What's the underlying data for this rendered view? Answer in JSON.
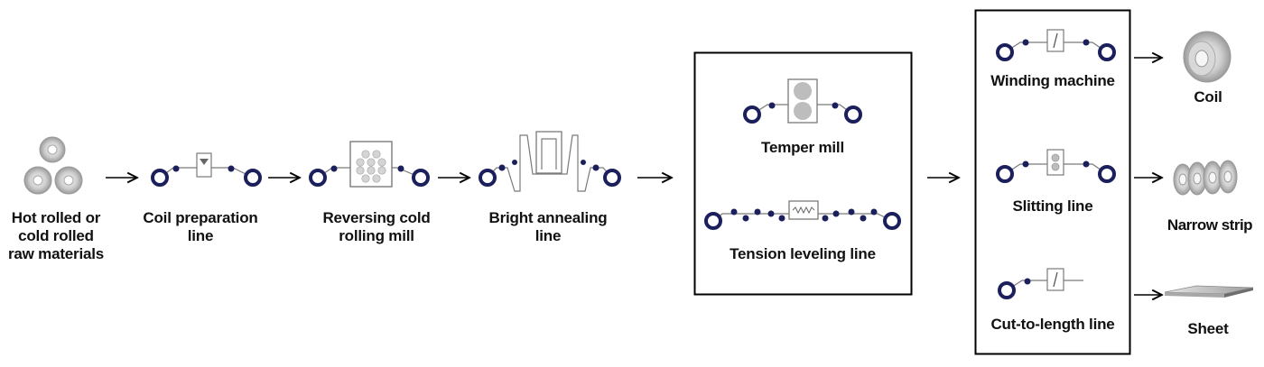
{
  "colors": {
    "roller": "#1b1f5c",
    "line": "#7a7a7a",
    "box_border": "#000000",
    "grey_fill": "#bdbdbd",
    "text": "#111111"
  },
  "stages": {
    "raw_materials": {
      "label_lines": [
        "Hot rolled or",
        "cold rolled",
        "raw materials"
      ],
      "icon": "coil-stack-icon"
    },
    "coil_preparation": {
      "label_lines": [
        "Coil preparation",
        "line"
      ]
    },
    "reversing_mill": {
      "label_lines": [
        "Reversing cold",
        "rolling mill"
      ]
    },
    "bright_annealing": {
      "label_lines": [
        "Bright annealing",
        "line"
      ]
    },
    "temper_mill": {
      "label_lines": [
        "Temper mill"
      ]
    },
    "tension_leveling": {
      "label_lines": [
        "Tension leveling line"
      ]
    },
    "winding_machine": {
      "label_lines": [
        "Winding machine"
      ]
    },
    "slitting_line": {
      "label_lines": [
        "Slitting line"
      ]
    },
    "cut_to_length": {
      "label_lines": [
        "Cut-to-length line"
      ]
    }
  },
  "products": {
    "coil": {
      "label": "Coil",
      "icon": "coil-icon"
    },
    "narrow_strip": {
      "label": "Narrow strip",
      "icon": "narrow-strip-icon"
    },
    "sheet": {
      "label": "Sheet",
      "icon": "sheet-icon"
    }
  }
}
